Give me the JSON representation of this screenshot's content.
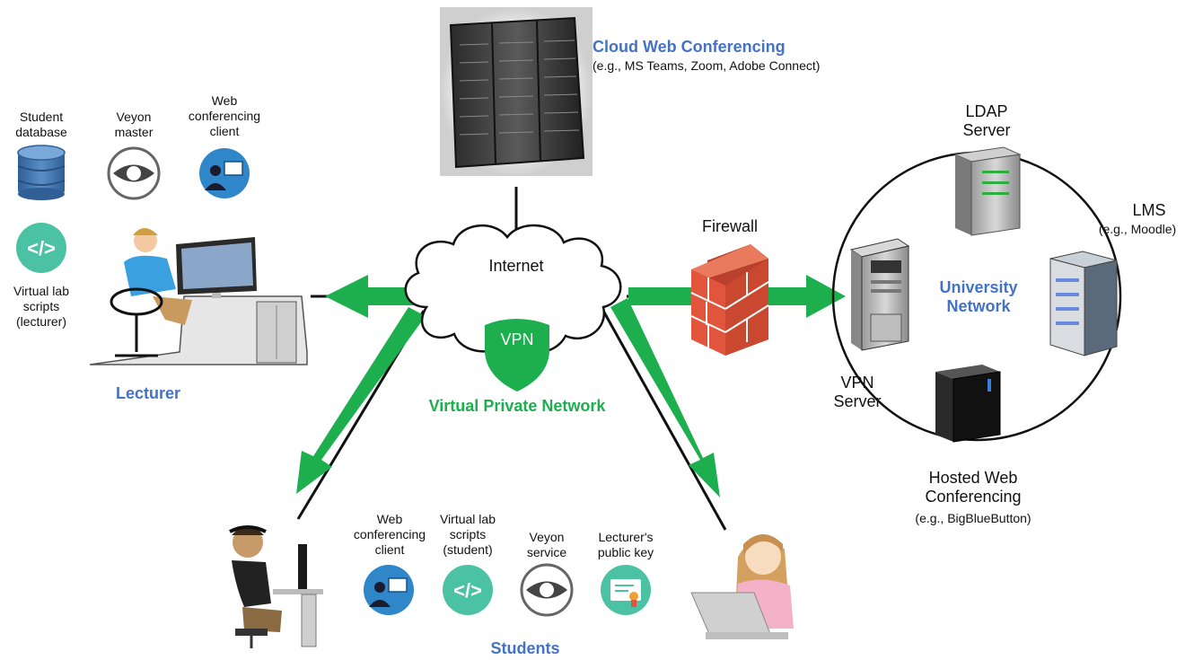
{
  "cloud": {
    "title": "Cloud Web Conferencing",
    "subtitle": "(e.g., MS Teams, Zoom, Adobe Connect)"
  },
  "lecturer": {
    "label": "Lecturer",
    "tools": {
      "student_database": "Student\ndatabase",
      "veyon_master": "Veyon\nmaster",
      "web_conf_client": "Web\nconferencing\nclient",
      "vlab_scripts": "Virtual lab\nscripts\n(lecturer)"
    }
  },
  "internet": {
    "label": "Internet"
  },
  "vpn": {
    "badge": "VPN",
    "label": "Virtual Private Network"
  },
  "firewall": {
    "label": "Firewall"
  },
  "university": {
    "network_label": "University\nNetwork",
    "ldap": "LDAP\nServer",
    "lms": "LMS",
    "lms_example": "(e.g., Moodle)",
    "vpn_server": "VPN\nServer",
    "hosted": "Hosted Web\nConferencing",
    "hosted_example": "(e.g., BigBlueButton)"
  },
  "students": {
    "label": "Students",
    "tools": {
      "web_conf_client": "Web\nconferencing\nclient",
      "vlab_scripts": "Virtual lab\nscripts\n(student)",
      "veyon_service": "Veyon\nservice",
      "public_key": "Lecturer's\npublic key"
    }
  },
  "colors": {
    "arrow_green": "#1DAE4E",
    "label_blue": "#4472C4",
    "icon_blue": "#2F86C8",
    "icon_teal": "#4CC2A5",
    "firewall_brick": "#E0553C"
  }
}
